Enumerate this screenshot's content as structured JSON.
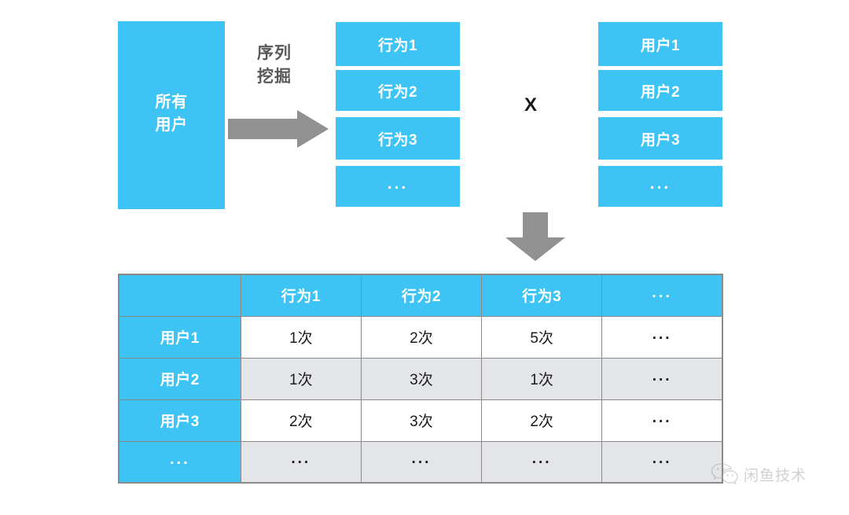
{
  "colors": {
    "accent_blue": "#3DC4F5",
    "arrow_gray": "#919191",
    "label_gray": "#595959",
    "table_border": "#8a8a8a",
    "row_alt": "#E3E5E8",
    "row_base": "#FFFFFF",
    "background": "#FFFFFF"
  },
  "source": {
    "label_line1": "所有",
    "label_line2": "用户"
  },
  "process": {
    "label_line1": "序列",
    "label_line2": "挖掘",
    "arrow_right": "arrow-right-icon",
    "arrow_down": "arrow-down-icon"
  },
  "multiply": {
    "symbol": "X"
  },
  "behavior_column": {
    "items": [
      {
        "label": "行为1"
      },
      {
        "label": "行为2"
      },
      {
        "label": "行为3"
      },
      {
        "label": "..."
      }
    ]
  },
  "user_column": {
    "items": [
      {
        "label": "用户1"
      },
      {
        "label": "用户2"
      },
      {
        "label": "用户3"
      },
      {
        "label": "..."
      }
    ]
  },
  "chart_data": {
    "type": "table",
    "title": "",
    "corner_header": "",
    "columns": [
      "",
      "行为1",
      "行为2",
      "行为3",
      "..."
    ],
    "row_headers": [
      "用户1",
      "用户2",
      "用户3",
      "..."
    ],
    "rows": [
      {
        "header": "用户1",
        "values": [
          "1次",
          "2次",
          "5次",
          "..."
        ]
      },
      {
        "header": "用户2",
        "values": [
          "1次",
          "3次",
          "1次",
          "..."
        ]
      },
      {
        "header": "用户3",
        "values": [
          "2次",
          "3次",
          "2次",
          "..."
        ]
      },
      {
        "header": "...",
        "values": [
          "...",
          "...",
          "...",
          "..."
        ]
      }
    ]
  },
  "watermark": {
    "icon": "wechat-bubbles-icon",
    "text": "闲鱼技术"
  }
}
